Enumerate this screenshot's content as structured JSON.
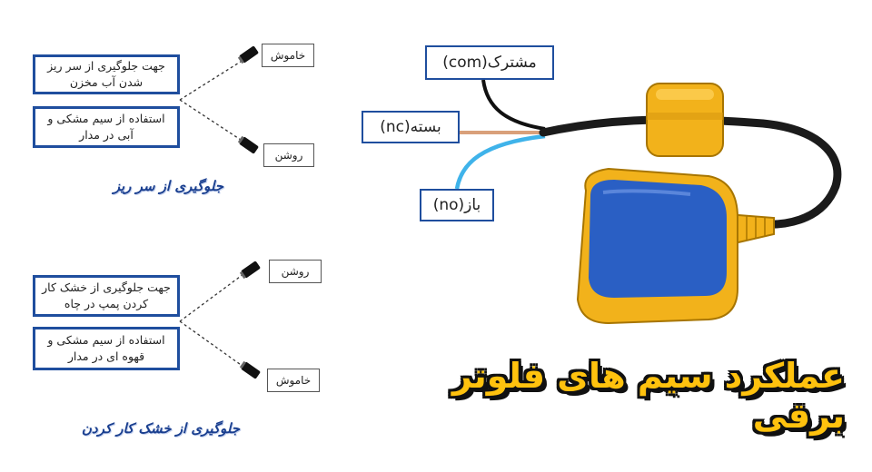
{
  "title": "عملکرد سیم های فلوتر برقی",
  "top_section": {
    "caption": "جلوگیری از سر ریز",
    "boxes": [
      "جهت جلوگیری از سر ریز شدن آب مخزن",
      "استفاده از سیم مشکی و آبی در مدار"
    ],
    "switch_upper": "خاموش",
    "switch_lower": "روشن"
  },
  "bottom_section": {
    "caption": "جلوگیری از خشک کار کردن",
    "boxes": [
      "جهت جلوگیری از خشک کار کردن پمپ در چاه",
      "استفاده از سیم مشکی و قهوه ای در مدار"
    ],
    "switch_upper": "روشن",
    "switch_lower": "خاموش"
  },
  "wires": {
    "com": "مشترک(com)",
    "nc": "بسته(nc)",
    "no": "باز(no)"
  },
  "colors": {
    "box_border": "#1f4e9e",
    "float_body": "#f2b21b",
    "float_cap": "#2a5fc4",
    "wire_black": "#111111",
    "wire_brown": "#d9a07a",
    "wire_blue": "#3fb3ea",
    "title_fill": "#ffc20e"
  }
}
